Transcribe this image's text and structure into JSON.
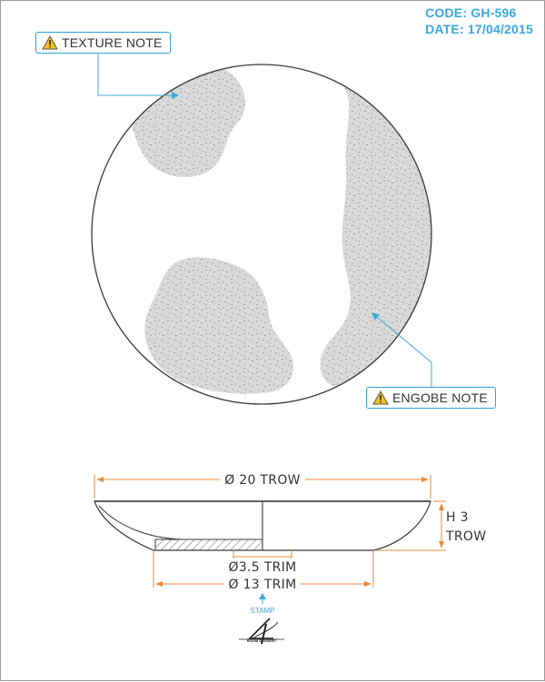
{
  "header": {
    "code": "CODE: GH-596",
    "date": "DATE: 17/04/2015"
  },
  "notes": {
    "texture": "TEXTURE NOTE",
    "engobe": "ENGOBE NOTE"
  },
  "dimensions": {
    "outer_diameter": "Ø 20  TROW",
    "height_line1": "H  3",
    "height_line2": "TROW",
    "trim_small": "Ø3.5  TRIM",
    "trim_large": "Ø 13  TRIM"
  },
  "stamp": {
    "label": "STAMP",
    "logo_text": "ROOM DESSERT"
  },
  "colors": {
    "accent_blue": "#38a8dc",
    "dimension_orange": "#e8893a",
    "texture_gray": "#d5d5d5",
    "warning_yellow": "#f5c518"
  },
  "icons": [
    "warning-icon",
    "arrow-up-icon",
    "stamp-logo"
  ]
}
